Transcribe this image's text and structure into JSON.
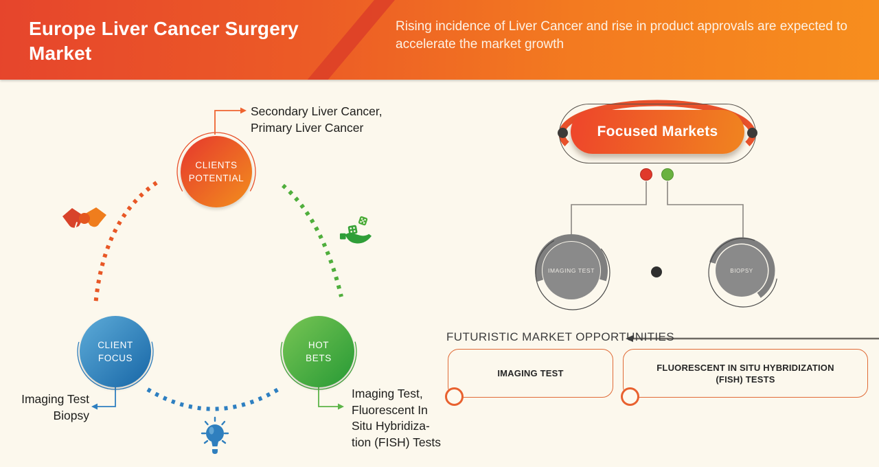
{
  "header": {
    "title": "Europe Liver Cancer Surgery Market",
    "subtitle": "Rising incidence of Liver Cancer and rise in product approvals are expected to accelerate the market growth"
  },
  "cycle": {
    "clients_potential": {
      "label_lines": [
        "CLIENTS",
        "POTENTIAL"
      ],
      "note_lines": [
        "Secondary Liver Cancer,",
        "Primary Liver Cancer"
      ]
    },
    "client_focus": {
      "label_lines": [
        "CLIENT",
        "FOCUS"
      ],
      "note_lines": [
        "Imaging Test",
        "Biopsy"
      ]
    },
    "hot_bets": {
      "label_lines": [
        "HOT",
        "BETS"
      ],
      "note_lines": [
        "Imaging Test,",
        "Fluorescent In",
        "Situ Hybridiza-",
        "tion (FISH) Tests"
      ]
    }
  },
  "focused_markets": {
    "title": "Focused Markets",
    "nodes": [
      "IMAGING TEST",
      "BIOPSY"
    ]
  },
  "opportunities": {
    "heading": "FUTURISTIC MARKET OPPORTUNITIES",
    "items": [
      "IMAGING TEST",
      "FLUORESCENT IN SITU HYBRIDIZATION (FISH) TESTS"
    ]
  },
  "colors": {
    "header_red": "#e6452c",
    "header_orange": "#f78e1e",
    "accent_orange": "#e8512b",
    "accent_blue": "#2e7fc0",
    "accent_green": "#4fae3c",
    "gray_node": "#8a8a8a",
    "dot_red": "#e0392b",
    "dot_green": "#6ab240",
    "background": "#fcf8ed",
    "text_dark": "#1d1d1b"
  }
}
